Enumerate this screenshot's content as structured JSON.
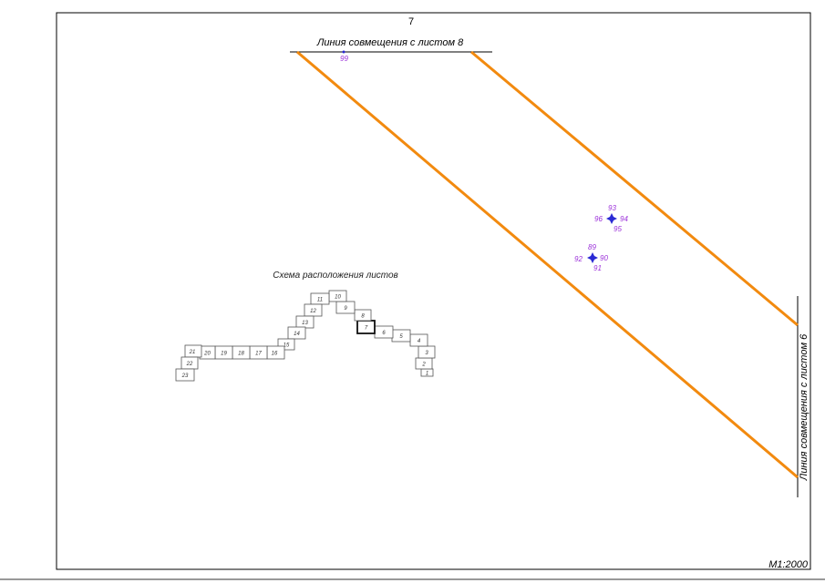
{
  "sheet": {
    "number": "7",
    "scale": "M1:2000"
  },
  "match_lines": {
    "top": "Линия совмещения с листом 8",
    "right": "Линия совмещения с листом 6"
  },
  "points": {
    "p99": "99",
    "p93": "93",
    "p94": "94",
    "p95": "95",
    "p96": "96",
    "p89": "89",
    "p90": "90",
    "p91": "91",
    "p92": "92"
  },
  "schema": {
    "title": "Схема расположения листов",
    "sheets": [
      "1",
      "2",
      "3",
      "4",
      "5",
      "6",
      "7",
      "8",
      "9",
      "10",
      "11",
      "12",
      "13",
      "14",
      "15",
      "16",
      "17",
      "18",
      "19",
      "20",
      "21",
      "22",
      "23"
    ],
    "current": "7"
  },
  "colors": {
    "boundary": "#f28a0f",
    "point_marker": "#2a2ad4",
    "point_label": "#9b30d9",
    "frame": "#000000"
  }
}
